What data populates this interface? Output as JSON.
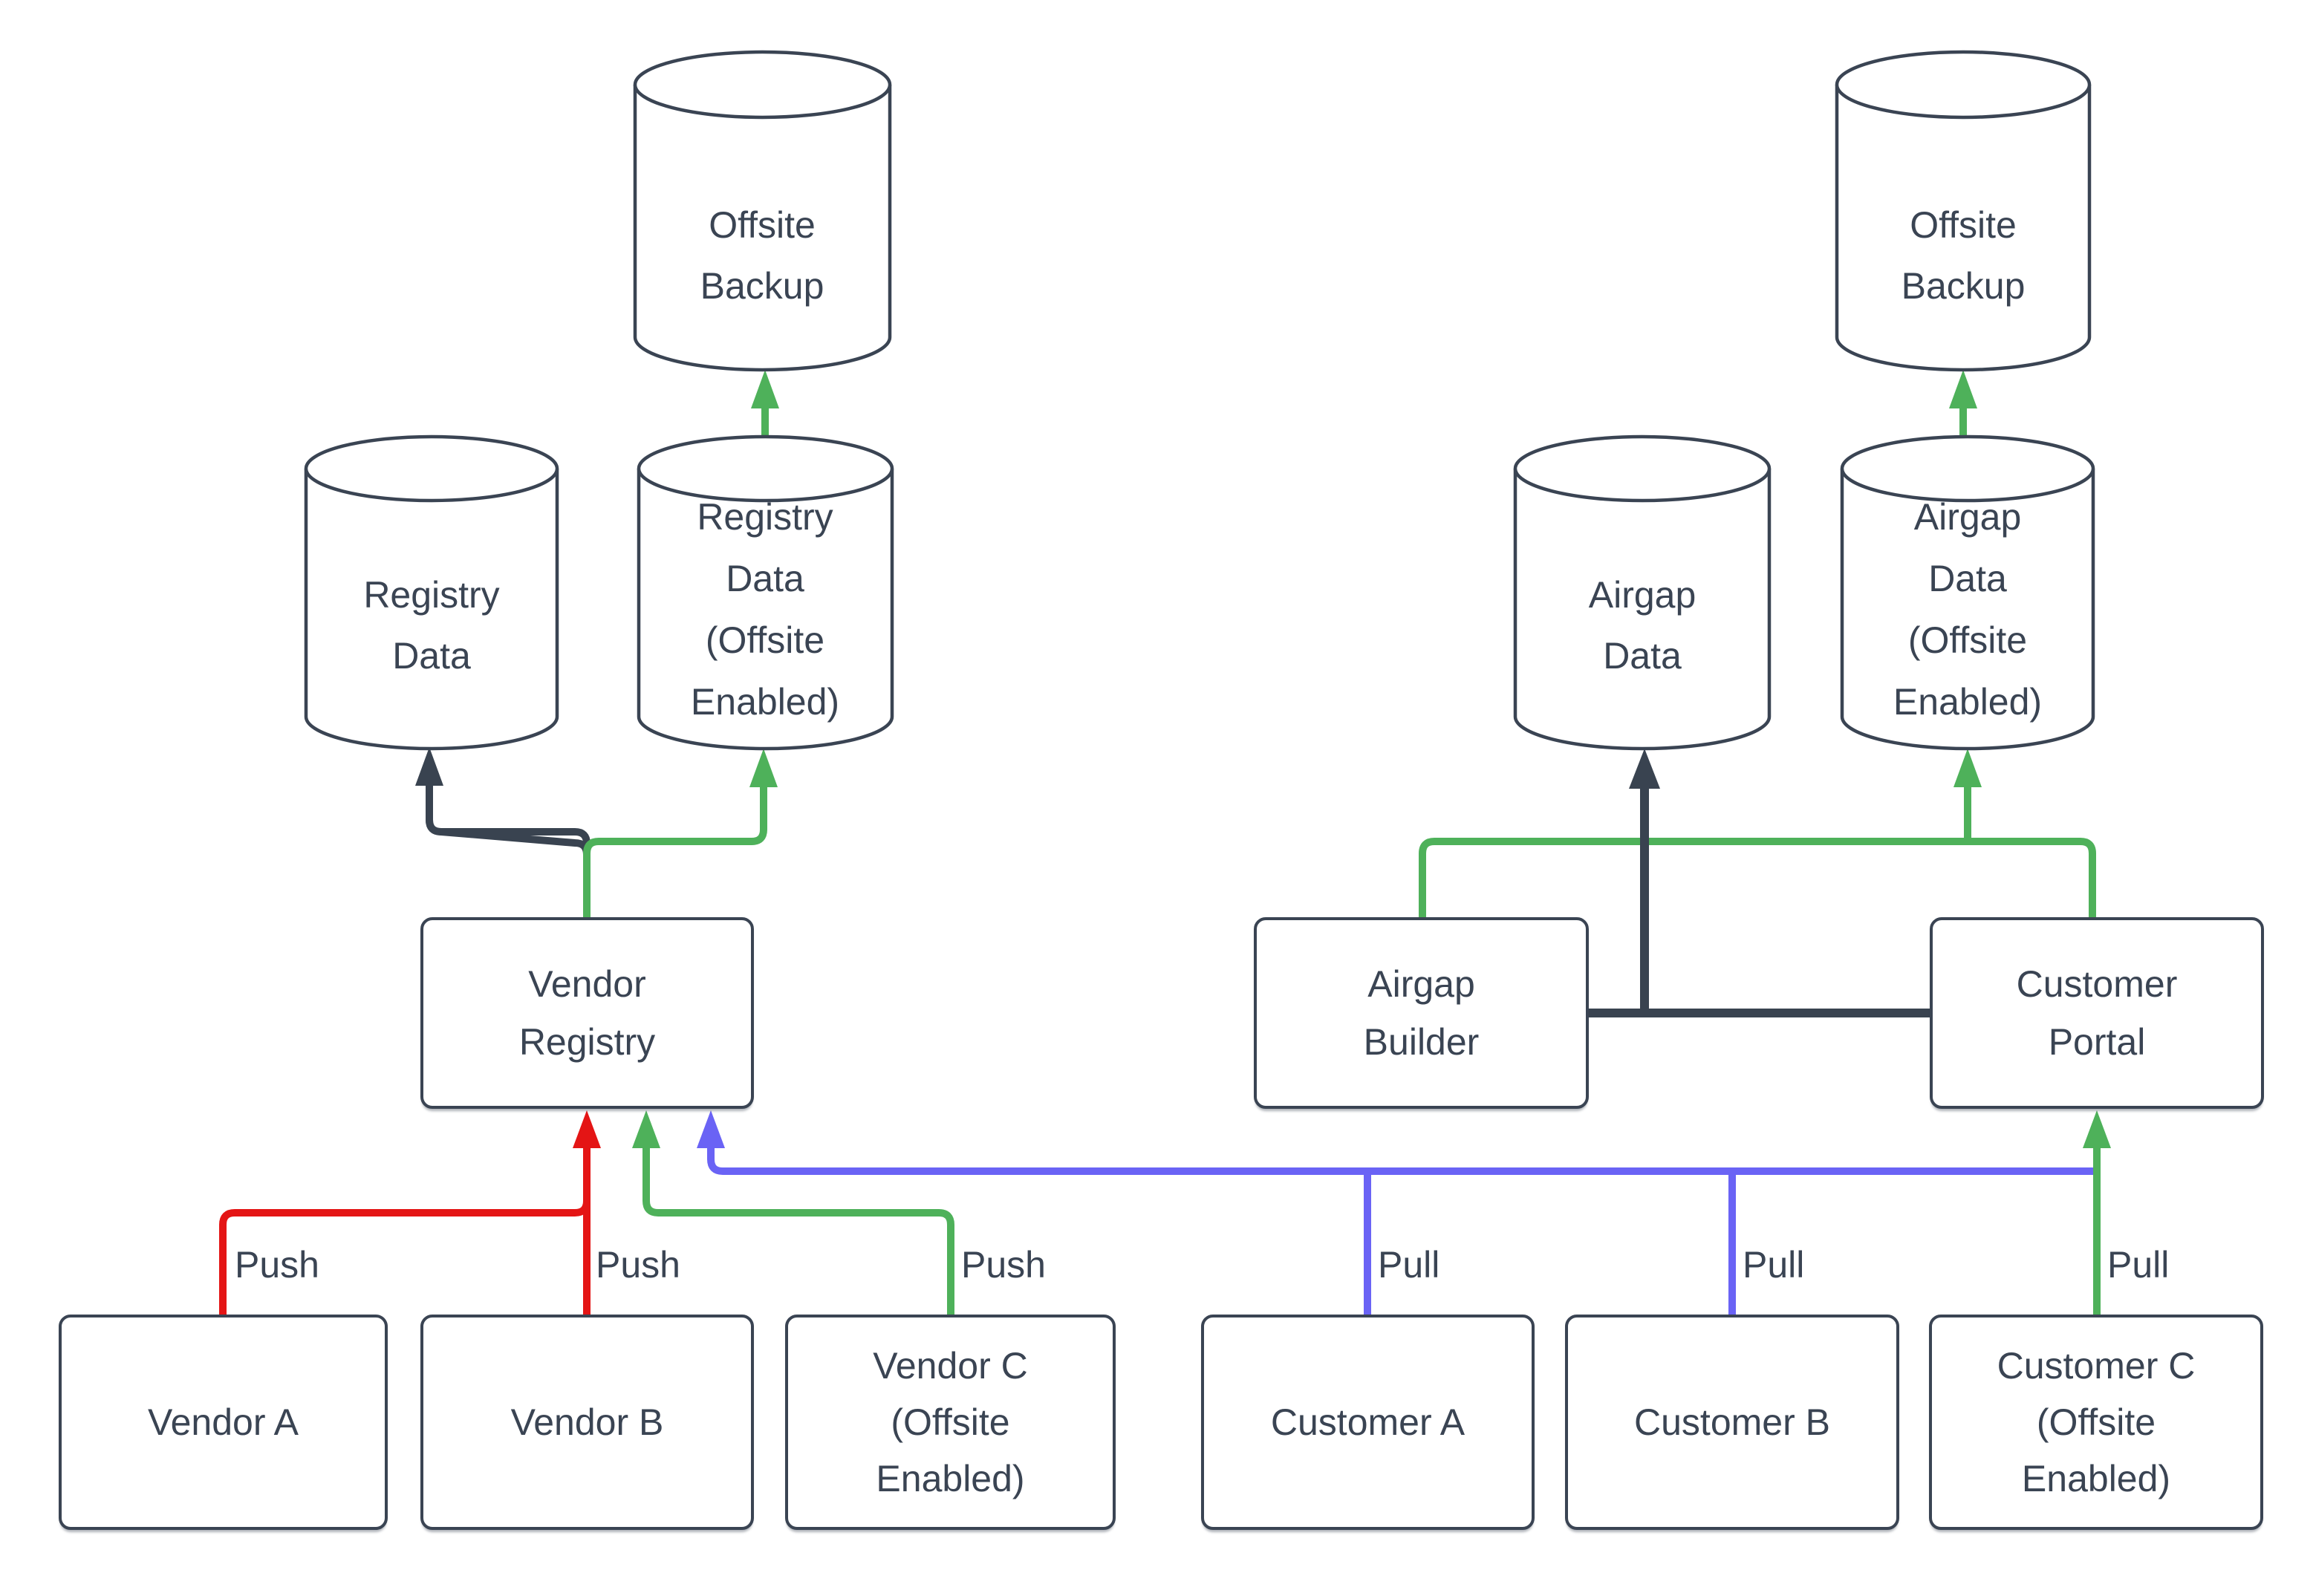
{
  "colors": {
    "stroke_dark": "#3a4453",
    "arrow_red": "#e41515",
    "arrow_green": "#4eb15a",
    "arrow_blue": "#6a63f5",
    "background": "#ffffff"
  },
  "nodes": {
    "offsite_backup_left": {
      "lines": [
        "Offsite",
        "Backup"
      ]
    },
    "registry_data": {
      "lines": [
        "Registry",
        "Data"
      ]
    },
    "registry_data_offsite": {
      "lines": [
        "Registry",
        "Data",
        "(Offsite",
        "Enabled)"
      ]
    },
    "vendor_registry": {
      "lines": [
        "Vendor",
        "Registry"
      ]
    },
    "vendor_a": {
      "lines": [
        "Vendor A"
      ]
    },
    "vendor_b": {
      "lines": [
        "Vendor B"
      ]
    },
    "vendor_c": {
      "lines": [
        "Vendor C",
        "(Offsite",
        "Enabled)"
      ]
    },
    "offsite_backup_right": {
      "lines": [
        "Offsite",
        "Backup"
      ]
    },
    "airgap_data": {
      "lines": [
        "Airgap",
        "Data"
      ]
    },
    "airgap_data_offsite": {
      "lines": [
        "Airgap",
        "Data",
        "(Offsite",
        "Enabled)"
      ]
    },
    "airgap_builder": {
      "lines": [
        "Airgap",
        "Builder"
      ]
    },
    "customer_portal": {
      "lines": [
        "Customer",
        "Portal"
      ]
    },
    "customer_a": {
      "lines": [
        "Customer A"
      ]
    },
    "customer_b": {
      "lines": [
        "Customer B"
      ]
    },
    "customer_c": {
      "lines": [
        "Customer C",
        "(Offsite",
        "Enabled)"
      ]
    }
  },
  "edge_labels": {
    "push": [
      "Push",
      "Push",
      "Push"
    ],
    "pull": [
      "Pull",
      "Pull",
      "Pull"
    ]
  }
}
